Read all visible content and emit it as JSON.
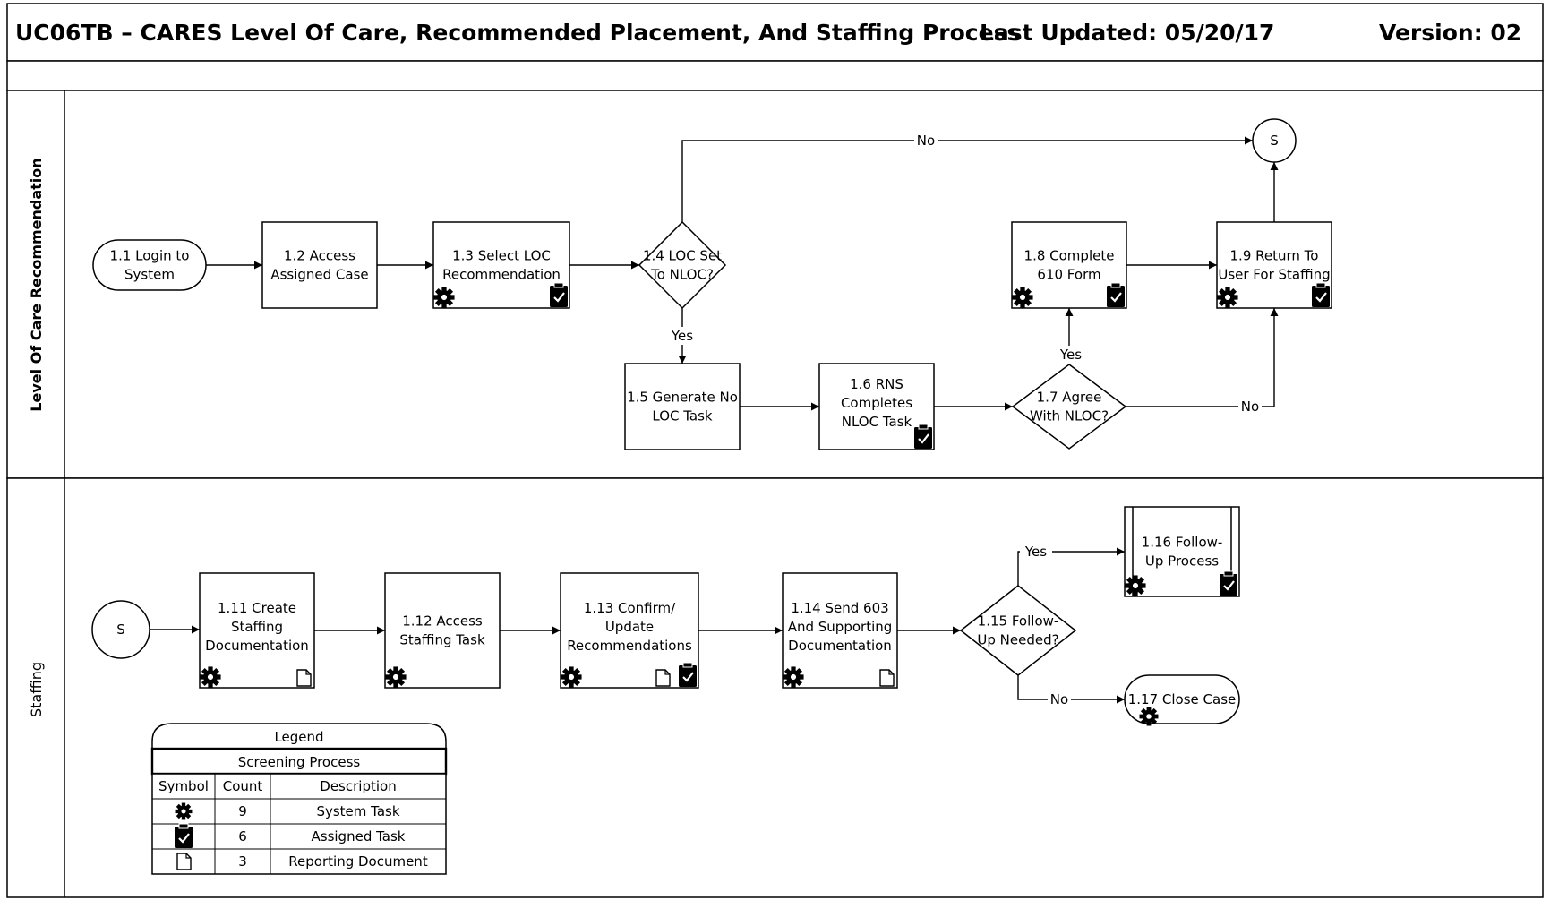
{
  "header": {
    "title": "UC06TB – CARES Level Of Care, Recommended Placement, And Staffing Process",
    "last_updated": "Last Updated: 05/20/17",
    "version": "Version: 02"
  },
  "lanes": [
    {
      "id": "loc",
      "label": "Level Of Care Recommendation"
    },
    {
      "id": "staffing",
      "label": "Staffing"
    }
  ],
  "nodes": [
    {
      "id": "n1_1",
      "shape": "terminator",
      "lines": [
        "1.1 Login to",
        "System"
      ]
    },
    {
      "id": "n1_2",
      "shape": "process",
      "lines": [
        "1.2 Access",
        "Assigned Case"
      ]
    },
    {
      "id": "n1_3",
      "shape": "process",
      "lines": [
        "1.3 Select LOC",
        "Recommendation"
      ],
      "icons": [
        "gear-icon",
        "assigned-task-icon"
      ]
    },
    {
      "id": "n1_4",
      "shape": "decision",
      "lines": [
        "1.4 LOC Set",
        "To NLOC?"
      ]
    },
    {
      "id": "n1_5",
      "shape": "process",
      "lines": [
        "1.5 Generate No",
        "LOC Task"
      ]
    },
    {
      "id": "n1_6",
      "shape": "process",
      "lines": [
        "1.6 RNS",
        "Completes",
        "NLOC Task"
      ],
      "icons": [
        "assigned-task-icon"
      ]
    },
    {
      "id": "n1_7",
      "shape": "decision",
      "lines": [
        "1.7 Agree",
        "With NLOC?"
      ]
    },
    {
      "id": "n1_8",
      "shape": "process",
      "lines": [
        "1.8 Complete",
        "610 Form"
      ],
      "icons": [
        "gear-icon",
        "assigned-task-icon"
      ]
    },
    {
      "id": "n1_9",
      "shape": "process",
      "lines": [
        "1.9 Return To",
        "User For Staffing"
      ],
      "icons": [
        "gear-icon",
        "assigned-task-icon"
      ]
    },
    {
      "id": "s_top",
      "shape": "connector",
      "lines": [
        "S"
      ]
    },
    {
      "id": "s_bot",
      "shape": "connector",
      "lines": [
        "S"
      ]
    },
    {
      "id": "n1_11",
      "shape": "process",
      "lines": [
        "1.11 Create",
        "Staffing",
        "Documentation"
      ],
      "icons": [
        "gear-icon",
        "document-icon"
      ]
    },
    {
      "id": "n1_12",
      "shape": "process",
      "lines": [
        "1.12 Access",
        "Staffing Task"
      ],
      "icons": [
        "gear-icon"
      ]
    },
    {
      "id": "n1_13",
      "shape": "process",
      "lines": [
        "1.13 Confirm/",
        "Update",
        "Recommendations"
      ],
      "icons": [
        "gear-icon",
        "document-icon",
        "assigned-task-icon"
      ]
    },
    {
      "id": "n1_14",
      "shape": "process",
      "lines": [
        "1.14 Send 603",
        "And Supporting",
        "Documentation"
      ],
      "icons": [
        "gear-icon",
        "document-icon"
      ]
    },
    {
      "id": "n1_15",
      "shape": "decision",
      "lines": [
        "1.15 Follow-",
        "Up Needed?"
      ]
    },
    {
      "id": "n1_16",
      "shape": "subprocess",
      "lines": [
        "1.16 Follow-",
        "Up Process"
      ],
      "icons": [
        "gear-icon",
        "assigned-task-icon"
      ]
    },
    {
      "id": "n1_17",
      "shape": "terminator",
      "lines": [
        "1.17 Close Case"
      ],
      "icons": [
        "gear-icon"
      ]
    }
  ],
  "edges": [
    {
      "from": "n1_1",
      "to": "n1_2",
      "label": ""
    },
    {
      "from": "n1_2",
      "to": "n1_3",
      "label": ""
    },
    {
      "from": "n1_3",
      "to": "n1_4",
      "label": ""
    },
    {
      "from": "n1_4",
      "to": "s_top",
      "label": "No"
    },
    {
      "from": "n1_4",
      "to": "n1_5",
      "label": "Yes"
    },
    {
      "from": "n1_5",
      "to": "n1_6",
      "label": ""
    },
    {
      "from": "n1_6",
      "to": "n1_7",
      "label": ""
    },
    {
      "from": "n1_7",
      "to": "n1_8",
      "label": "Yes"
    },
    {
      "from": "n1_7",
      "to": "n1_9",
      "label": "No"
    },
    {
      "from": "n1_8",
      "to": "n1_9",
      "label": ""
    },
    {
      "from": "n1_9",
      "to": "s_top",
      "label": ""
    },
    {
      "from": "s_bot",
      "to": "n1_11",
      "label": ""
    },
    {
      "from": "n1_11",
      "to": "n1_12",
      "label": ""
    },
    {
      "from": "n1_12",
      "to": "n1_13",
      "label": ""
    },
    {
      "from": "n1_13",
      "to": "n1_14",
      "label": ""
    },
    {
      "from": "n1_14",
      "to": "n1_15",
      "label": ""
    },
    {
      "from": "n1_15",
      "to": "n1_16",
      "label": "Yes"
    },
    {
      "from": "n1_15",
      "to": "n1_17",
      "label": "No"
    }
  ],
  "legend": {
    "title": "Legend",
    "subtitle": "Screening Process",
    "columns": [
      "Symbol",
      "Count",
      "Description"
    ],
    "rows": [
      {
        "icon": "gear-icon",
        "count": "9",
        "description": "System Task"
      },
      {
        "icon": "assigned-task-icon",
        "count": "6",
        "description": "Assigned Task"
      },
      {
        "icon": "document-icon",
        "count": "3",
        "description": "Reporting Document"
      }
    ]
  }
}
